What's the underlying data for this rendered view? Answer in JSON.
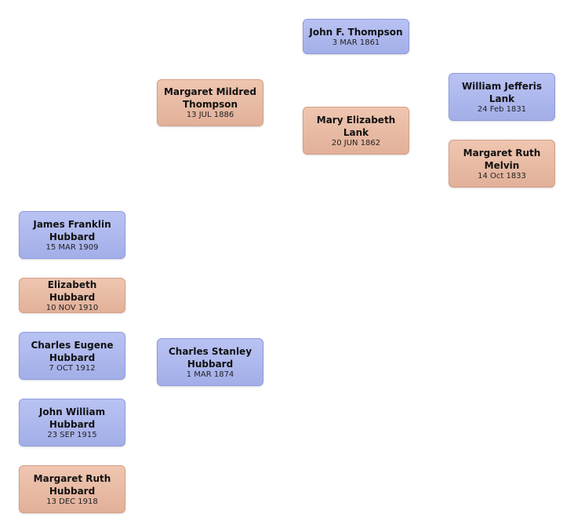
{
  "people": {
    "john_thompson": {
      "name": "John F.  Thompson",
      "date": "3 MAR 1861",
      "sex": "male"
    },
    "margaret_mildred": {
      "name": "Margaret Mildred Thompson",
      "date": "13 JUL 1886",
      "sex": "female"
    },
    "william_lank": {
      "name": "William Jefferis Lank",
      "date": "24 Feb 1831",
      "sex": "male"
    },
    "mary_lank": {
      "name": "Mary Elizabeth Lank",
      "date": "20 JUN 1862",
      "sex": "female"
    },
    "margaret_melvin": {
      "name": "Margaret Ruth Melvin",
      "date": "14 Oct 1833",
      "sex": "female"
    },
    "james_hubbard": {
      "name": "James Franklin Hubbard",
      "date": "15 MAR 1909",
      "sex": "male"
    },
    "elizabeth_hubbard": {
      "name": "Elizabeth  Hubbard",
      "date": "10 NOV 1910",
      "sex": "female"
    },
    "charles_eugene": {
      "name": "Charles Eugene Hubbard",
      "date": "7 OCT 1912",
      "sex": "male"
    },
    "charles_stanley": {
      "name": "Charles Stanley Hubbard",
      "date": "1 MAR 1874",
      "sex": "male"
    },
    "john_william": {
      "name": "John William Hubbard",
      "date": "23 SEP 1915",
      "sex": "male"
    },
    "margaret_hubbard": {
      "name": "Margaret Ruth Hubbard",
      "date": "13 DEC 1918",
      "sex": "female"
    }
  },
  "colors": {
    "male_fill": "#a9b4ec",
    "female_fill": "#e8b9a2"
  }
}
